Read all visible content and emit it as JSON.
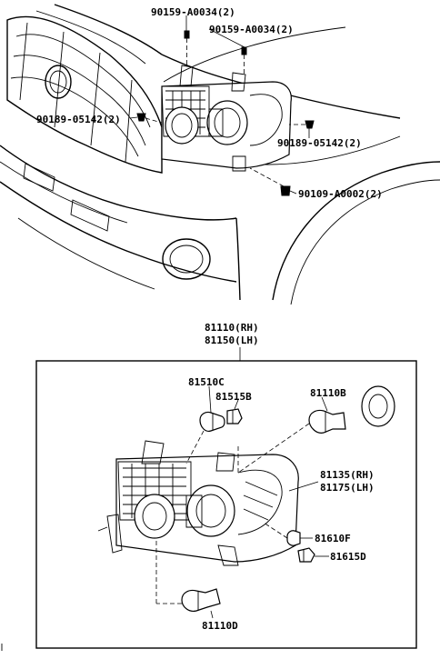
{
  "callouts": {
    "c1": "90159-A0034(2)",
    "c2": "90159-A0034(2)",
    "c3": "90189-05142(2)",
    "c4": "90189-05142(2)",
    "c5": "90109-A0002(2)",
    "assy_rh": "81110(RH)",
    "assy_lh": "81150(LH)",
    "p81510c": "81510C",
    "p81515b": "81515B",
    "p81110b": "81110B",
    "p81135": "81135(RH)",
    "p81175": "81175(LH)",
    "p81610f": "81610F",
    "p81615d": "81615D",
    "p81110d": "81110D"
  }
}
